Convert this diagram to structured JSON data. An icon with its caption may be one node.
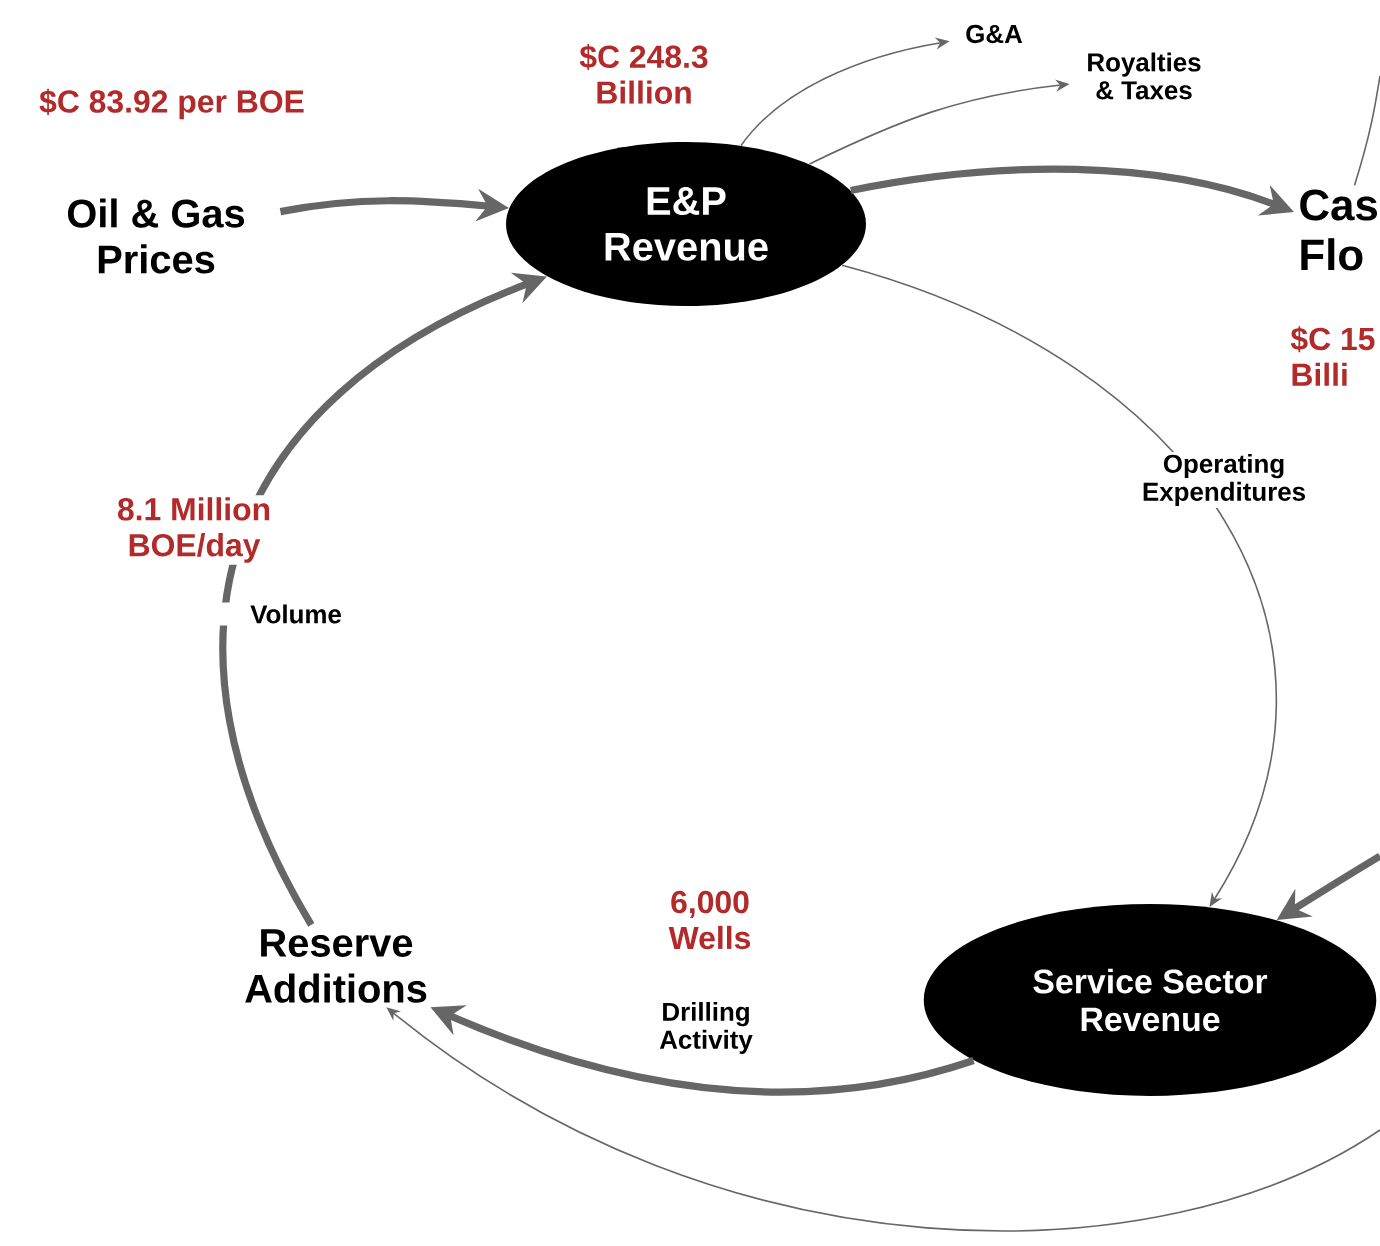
{
  "diagram": {
    "nodes": [
      {
        "text": [
          "Oil & Gas Prices"
        ],
        "beside": [
          "$C 83.92 per BOE"
        ]
      },
      {
        "text": [
          "E&P Revenue"
        ],
        "beside": [
          "$C 248.3 Billion"
        ]
      },
      {
        "text": [
          "G&A"
        ]
      },
      {
        "text": [
          "Royalties & Taxes"
        ]
      },
      {
        "text": [
          "Cas Flo"
        ],
        "beside": [
          "$C 15 Billi"
        ]
      },
      {
        "text": [
          "Service Sector Revenue"
        ]
      },
      {
        "text": [
          "Reserve Additions"
        ]
      }
    ],
    "edges": [
      {
        "from": 0,
        "to": 1,
        "arrow": "to",
        "style": "thick"
      },
      {
        "from": 1,
        "to": 2,
        "arrow": "to"
      },
      {
        "from": 1,
        "to": 3,
        "arrow": "to"
      },
      {
        "from": 1,
        "to": 4,
        "arrow": "to",
        "style": "thick"
      },
      {
        "from": 1,
        "to": 5,
        "arrow": "to",
        "label": "Operating Expenditures"
      },
      {
        "from": 4,
        "to": null,
        "arrow": "none"
      },
      {
        "from": null,
        "to": 5,
        "arrow": "to",
        "style": "thick"
      },
      {
        "from": 5,
        "to": 6,
        "arrow": "to",
        "style": "thick",
        "label": "Drilling Activity"
      },
      {
        "from": null,
        "to": 6,
        "arrow": "to"
      },
      {
        "from": 6,
        "to": 1,
        "arrow": "to",
        "style": "thick",
        "label": "Volume"
      }
    ],
    "labels": [
      "8.1 Million BOE/day",
      "6,000 Wells"
    ]
  }
}
